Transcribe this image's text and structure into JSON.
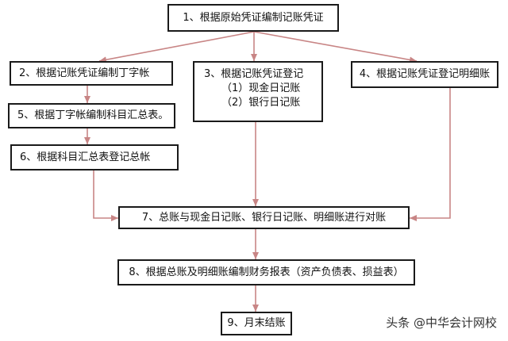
{
  "steps": {
    "s1": "1、根据原始凭证编制记账凭证",
    "s2": "2、根据记账凭证编制丁字帐",
    "s3_title": "3、根据记账凭证登记",
    "s3_line1": "（1）现金日记账",
    "s3_line2": "（2）银行日记账",
    "s4": "4、根据记账凭证登记明细账",
    "s5": "5、根据丁字帐编制科目汇总表。",
    "s6": "6、根据科目汇总表登记总帐",
    "s7": "7、总账与现金日记账、银行日记账、明细账进行对账",
    "s8": "8、根据总账及明细账编制财务报表（资产负债表、损益表）",
    "s9": "9、月末结账"
  },
  "watermark": "头条 @中华会计网校",
  "colors": {
    "arrow": "#c88585",
    "border": "#1a1a1a"
  }
}
